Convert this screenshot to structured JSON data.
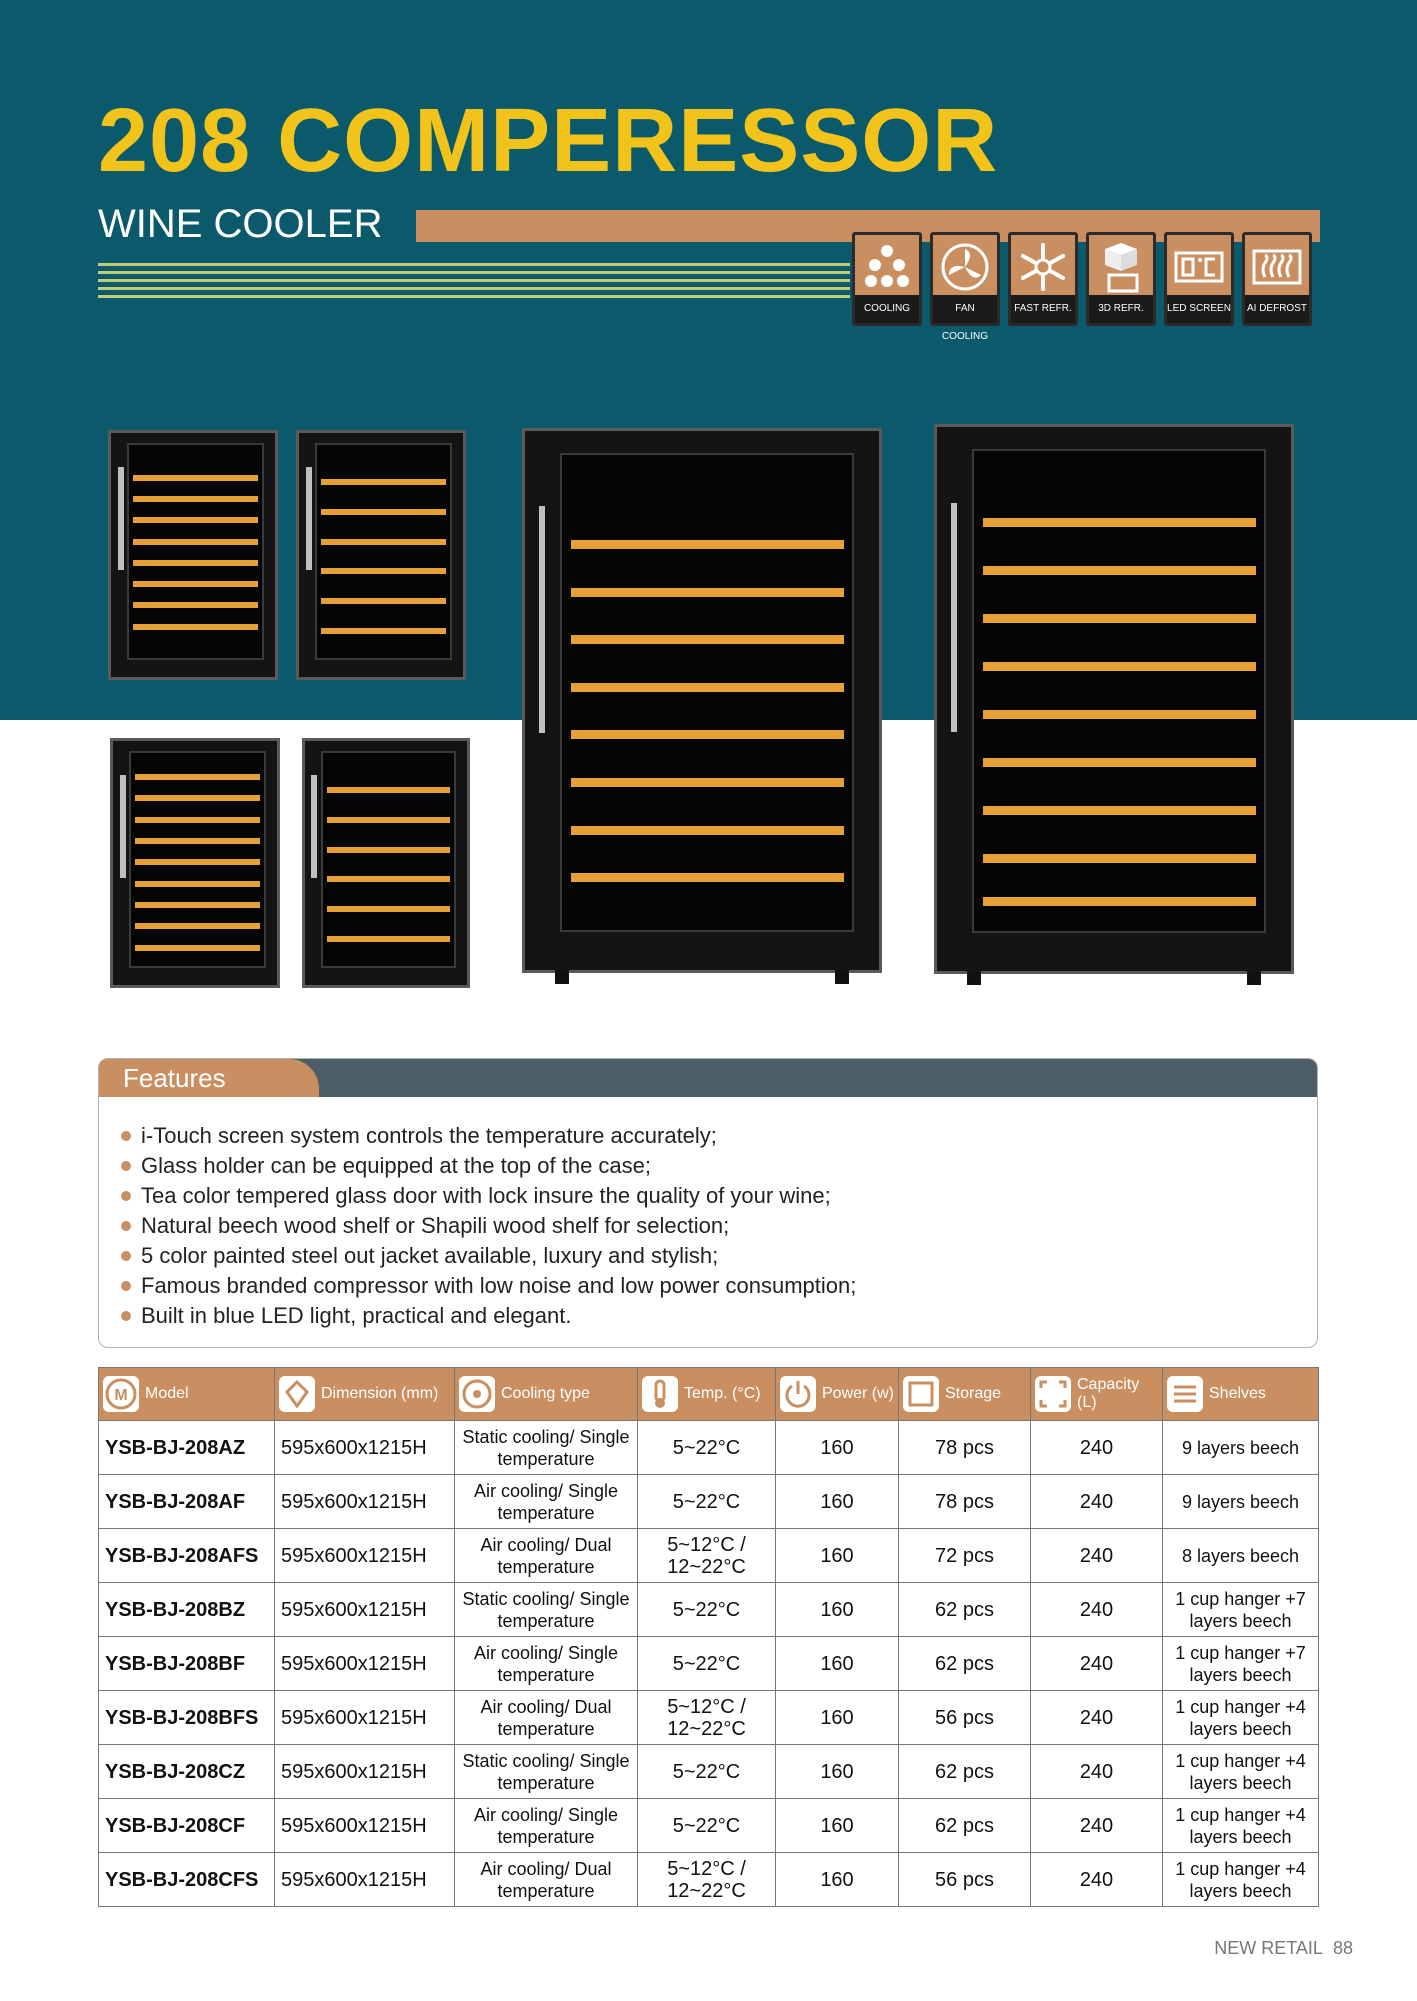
{
  "header": {
    "title": "208 COMPERESSOR",
    "subtitle": "WINE COOLER"
  },
  "feature_icons": [
    {
      "label": "COOLING",
      "icon": "snowflakes-icon"
    },
    {
      "label": "FAN COOLING",
      "icon": "fan-icon"
    },
    {
      "label": "FAST REFR.",
      "icon": "fast-snowflake-icon"
    },
    {
      "label": "3D REFR.",
      "icon": "cube-3d-icon"
    },
    {
      "label": "LED SCREEN",
      "icon": "led-display-icon"
    },
    {
      "label": "AI DEFROST",
      "icon": "defrost-icon"
    }
  ],
  "features": {
    "heading": "Features",
    "items": [
      "i-Touch screen system controls the temperature accurately;",
      "Glass holder can be equipped at the top of the case;",
      "Tea color tempered glass door with lock insure the quality of your wine;",
      "Natural beech wood shelf or Shapili wood shelf for selection;",
      "5 color painted steel out jacket available, luxury and stylish;",
      "Famous branded compressor with low noise and low power consumption;",
      "Built in blue LED light, practical and elegant."
    ]
  },
  "table": {
    "headers": [
      "Model",
      "Dimension (mm)",
      "Cooling type",
      "Temp. (°C)",
      "Power (w)",
      "Storage",
      "Capacity (L)",
      "Shelves"
    ],
    "rows": [
      [
        "YSB-BJ-208AZ",
        "595x600x1215H",
        "Static cooling/ Single temperature",
        "5~22°C",
        "160",
        "78 pcs",
        "240",
        "9 layers beech"
      ],
      [
        "YSB-BJ-208AF",
        "595x600x1215H",
        "Air cooling/ Single temperature",
        "5~22°C",
        "160",
        "78 pcs",
        "240",
        "9 layers beech"
      ],
      [
        "YSB-BJ-208AFS",
        "595x600x1215H",
        "Air cooling/ Dual temperature",
        "5~12°C / 12~22°C",
        "160",
        "72 pcs",
        "240",
        "8 layers beech"
      ],
      [
        "YSB-BJ-208BZ",
        "595x600x1215H",
        "Static cooling/ Single temperature",
        "5~22°C",
        "160",
        "62 pcs",
        "240",
        "1 cup hanger +7 layers beech"
      ],
      [
        "YSB-BJ-208BF",
        "595x600x1215H",
        "Air cooling/ Single temperature",
        "5~22°C",
        "160",
        "62 pcs",
        "240",
        "1 cup hanger +7 layers beech"
      ],
      [
        "YSB-BJ-208BFS",
        "595x600x1215H",
        "Air cooling/ Dual temperature",
        "5~12°C / 12~22°C",
        "160",
        "56 pcs",
        "240",
        "1 cup hanger +4 layers beech"
      ],
      [
        "YSB-BJ-208CZ",
        "595x600x1215H",
        "Static cooling/ Single temperature",
        "5~22°C",
        "160",
        "62 pcs",
        "240",
        "1 cup hanger +4 layers beech"
      ],
      [
        "YSB-BJ-208CF",
        "595x600x1215H",
        "Air cooling/ Single temperature",
        "5~22°C",
        "160",
        "62 pcs",
        "240",
        "1 cup hanger +4 layers beech"
      ],
      [
        "YSB-BJ-208CFS",
        "595x600x1215H",
        "Air cooling/ Dual temperature",
        "5~12°C / 12~22°C",
        "160",
        "56 pcs",
        "240",
        "1 cup hanger +4 layers beech"
      ]
    ]
  },
  "footer": {
    "brand": "NEW RETAIL",
    "page": "88"
  },
  "colors": {
    "hero_bg": "#0b5a6b",
    "title": "#f2c31a",
    "accent": "#c98f60",
    "shelf": "#e7a036"
  }
}
